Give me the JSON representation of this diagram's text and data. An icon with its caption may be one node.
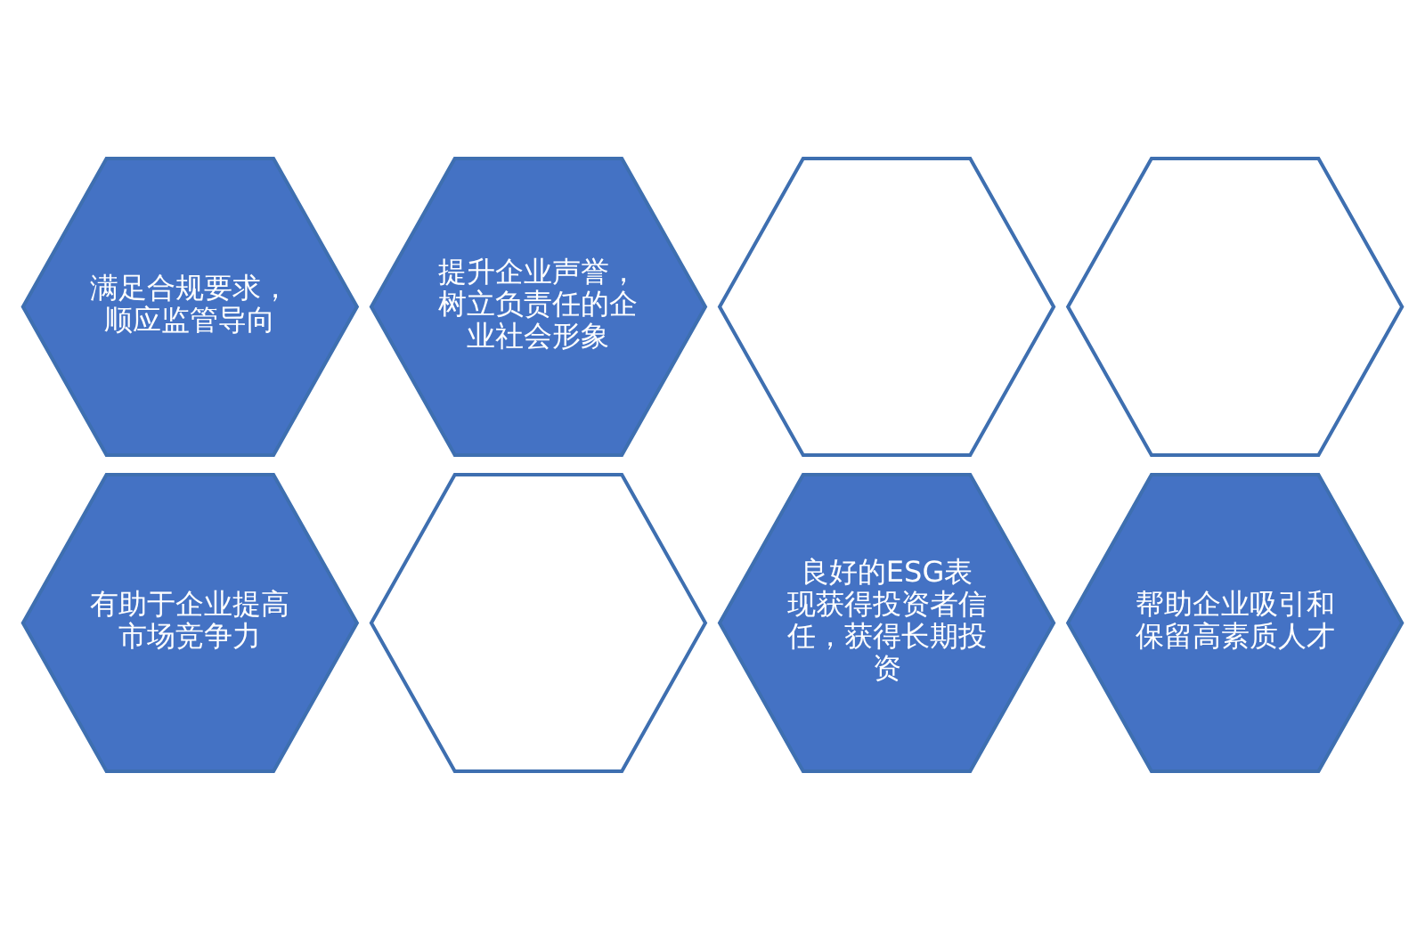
{
  "diagram": {
    "nodes": [
      {
        "text": [
          "有助于企业提高市场竞争力"
        ]
      },
      {
        "text": [
          "满足合规要求，顺应监管导向"
        ]
      },
      {
        "text": [],
        "shape": "hexagon"
      },
      {
        "text": [
          "提升企业声誉，树立负责任的企业社会形象"
        ]
      },
      {
        "text": [
          "良好的ESG表现获得投资者信任，获得长期投资"
        ]
      },
      {
        "text": [],
        "shape": "hexagon"
      },
      {
        "text": [
          "帮助企业吸引和保留高素质人才"
        ]
      },
      {
        "text": [],
        "shape": "hexagon"
      }
    ]
  }
}
